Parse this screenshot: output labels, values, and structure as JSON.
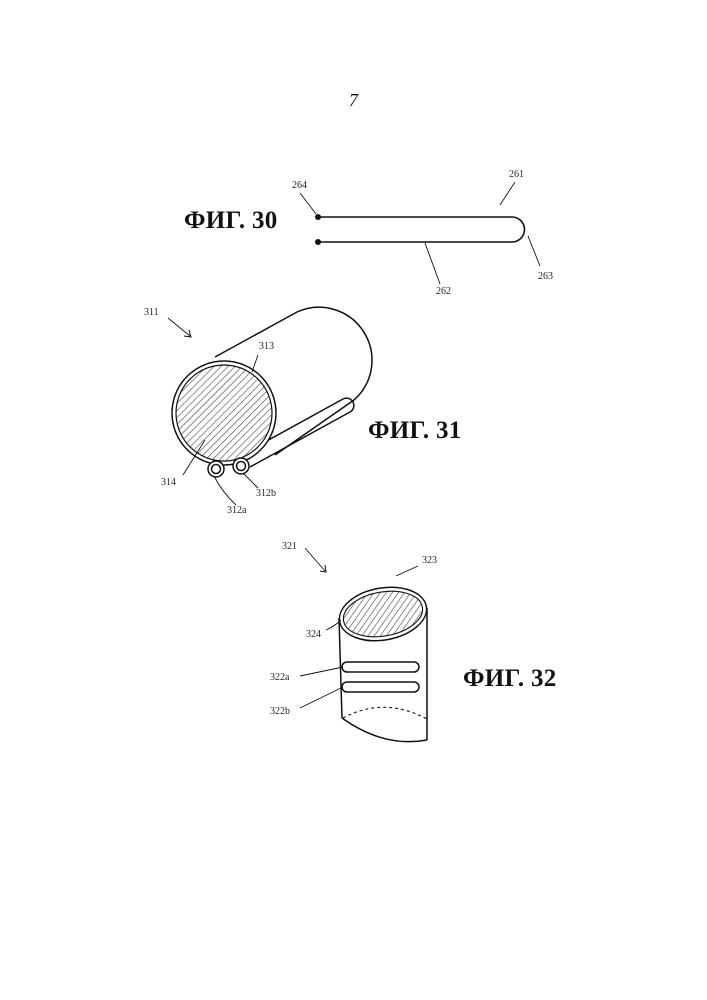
{
  "page_number": "7",
  "figures": {
    "fig30": {
      "title": "ФИГ. 30",
      "refs": {
        "r261": "261",
        "r262": "262",
        "r263": "263",
        "r264": "264"
      }
    },
    "fig31": {
      "title": "ФИГ. 31",
      "refs": {
        "r311": "311",
        "r312a": "312a",
        "r312b": "312b",
        "r313": "313",
        "r314": "314"
      }
    },
    "fig32": {
      "title": "ФИГ. 32",
      "refs": {
        "r321": "321",
        "r322a": "322a",
        "r322b": "322b",
        "r323": "323",
        "r324": "324"
      }
    }
  }
}
